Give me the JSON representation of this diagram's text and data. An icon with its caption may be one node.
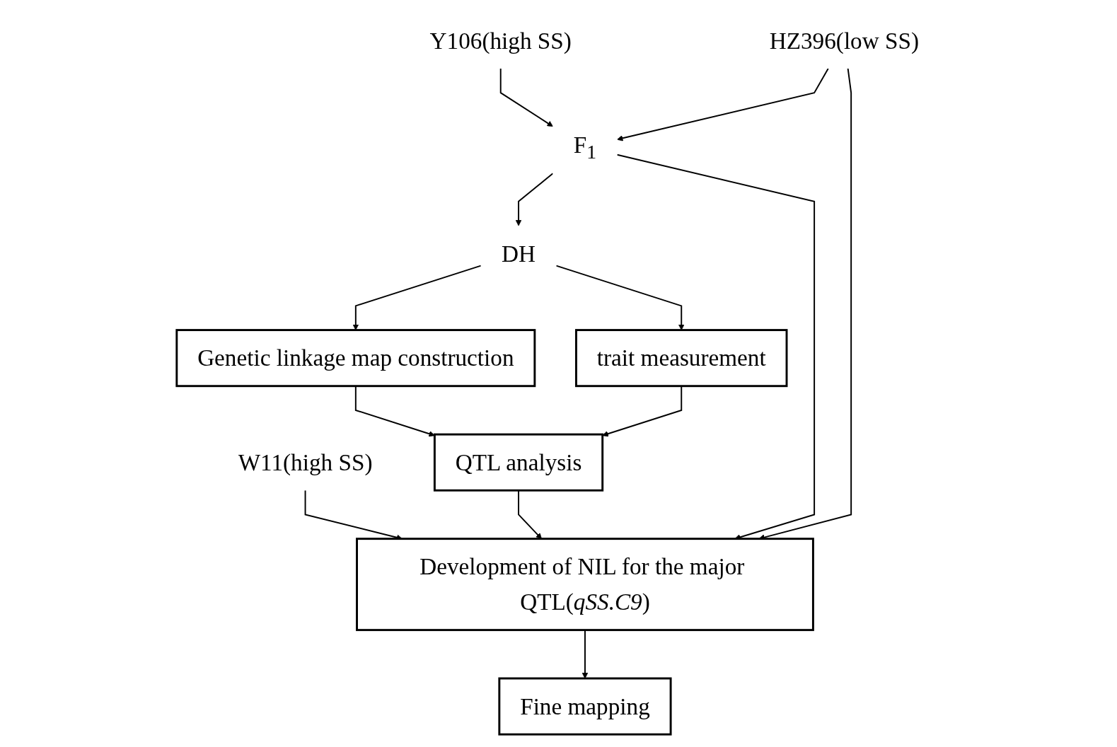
{
  "diagram": {
    "nodes": [
      {
        "text": [
          "Y106(high SS)"
        ]
      },
      {
        "text": [
          "HZ396(low SS)"
        ]
      },
      {
        "text": [
          "W11(high SS)"
        ]
      },
      {
        "text": [
          "F$_{1}$"
        ]
      },
      {
        "text": [
          "DH"
        ]
      },
      {
        "text": [
          "Genetic linkage map construction"
        ]
      },
      {
        "text": [
          "trait measurement"
        ]
      },
      {
        "text": [
          "QTL analysis"
        ]
      },
      {
        "text": [
          "Development of NIL for the major QTL(*qSS.C9*)"
        ]
      },
      {
        "text": [
          "Fine mapping"
        ]
      }
    ],
    "edges": [
      {
        "from": 0,
        "to": 3,
        "arrow": "to"
      },
      {
        "from": 1,
        "to": 3,
        "arrow": "to"
      },
      {
        "from": 1,
        "to": 8,
        "arrow": "to"
      },
      {
        "from": 2,
        "to": 8,
        "arrow": "to"
      },
      {
        "from": 3,
        "to": 4,
        "arrow": "to"
      },
      {
        "from": 3,
        "to": 8,
        "arrow": "to"
      },
      {
        "from": 4,
        "to": 5,
        "arrow": "to"
      },
      {
        "from": 4,
        "to": 6,
        "arrow": "to"
      },
      {
        "from": 5,
        "to": 7,
        "arrow": "to"
      },
      {
        "from": 6,
        "to": 7,
        "arrow": "to"
      },
      {
        "from": 7,
        "to": 8,
        "arrow": "to"
      },
      {
        "from": 8,
        "to": 9,
        "arrow": "to"
      }
    ]
  }
}
